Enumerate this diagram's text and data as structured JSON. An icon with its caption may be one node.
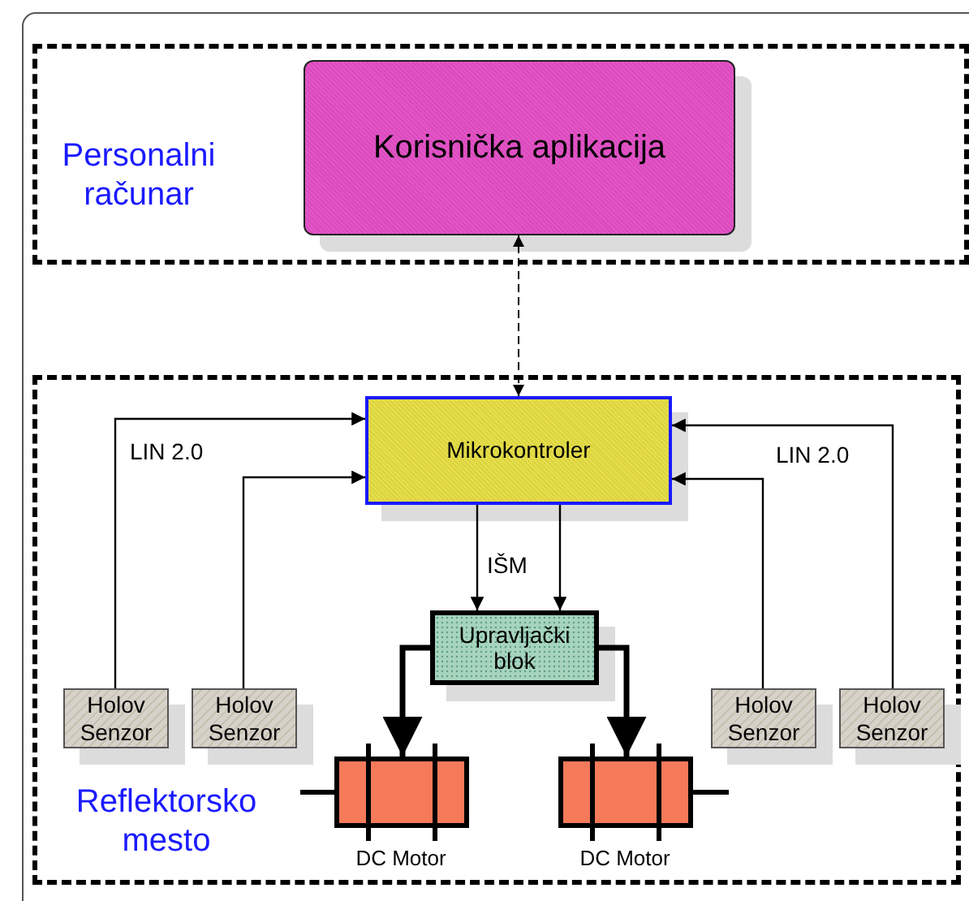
{
  "diagram": {
    "nodes": [
      {
        "text": [
          "Personalni računar"
        ]
      },
      {
        "text": [
          "Korisnička aplikacija"
        ],
        "in": 0
      },
      {
        "text": [
          "Reflektorsko mesto"
        ]
      },
      {
        "text": [
          "Mikrokontroler"
        ],
        "in": 2
      },
      {
        "text": [
          "Upravljački blok"
        ],
        "in": 2
      },
      {
        "text": [
          "Holov Senzor"
        ],
        "in": 2
      },
      {
        "text": [
          "Holov Senzor"
        ],
        "in": 2
      },
      {
        "text": [
          "Holov Senzor"
        ],
        "in": 2
      },
      {
        "text": [
          "Holov Senzor"
        ],
        "in": 2
      },
      {
        "text": [],
        "shape": "box",
        "in": 2,
        "beside": [
          "DC Motor"
        ]
      },
      {
        "text": [],
        "shape": "box",
        "in": 2,
        "beside": [
          "DC Motor"
        ]
      }
    ],
    "edges": [
      {
        "from": 3,
        "to": 1,
        "arrow": "both",
        "style": "dashed"
      },
      {
        "from": 5,
        "to": 3,
        "arrow": "to"
      },
      {
        "from": 6,
        "to": 3,
        "arrow": "to"
      },
      {
        "from": 7,
        "to": 3,
        "arrow": "to"
      },
      {
        "from": 8,
        "to": 3,
        "arrow": "to"
      },
      {
        "from": 3,
        "to": 4,
        "arrow": "to"
      },
      {
        "from": 3,
        "to": 4,
        "arrow": "to"
      },
      {
        "from": 4,
        "to": 9,
        "arrow": "to",
        "style": "thick"
      },
      {
        "from": 4,
        "to": 10,
        "arrow": "to",
        "style": "thick"
      }
    ],
    "labels": [
      "LIN 2.0",
      "IŠM",
      "LIN 2.0"
    ]
  }
}
